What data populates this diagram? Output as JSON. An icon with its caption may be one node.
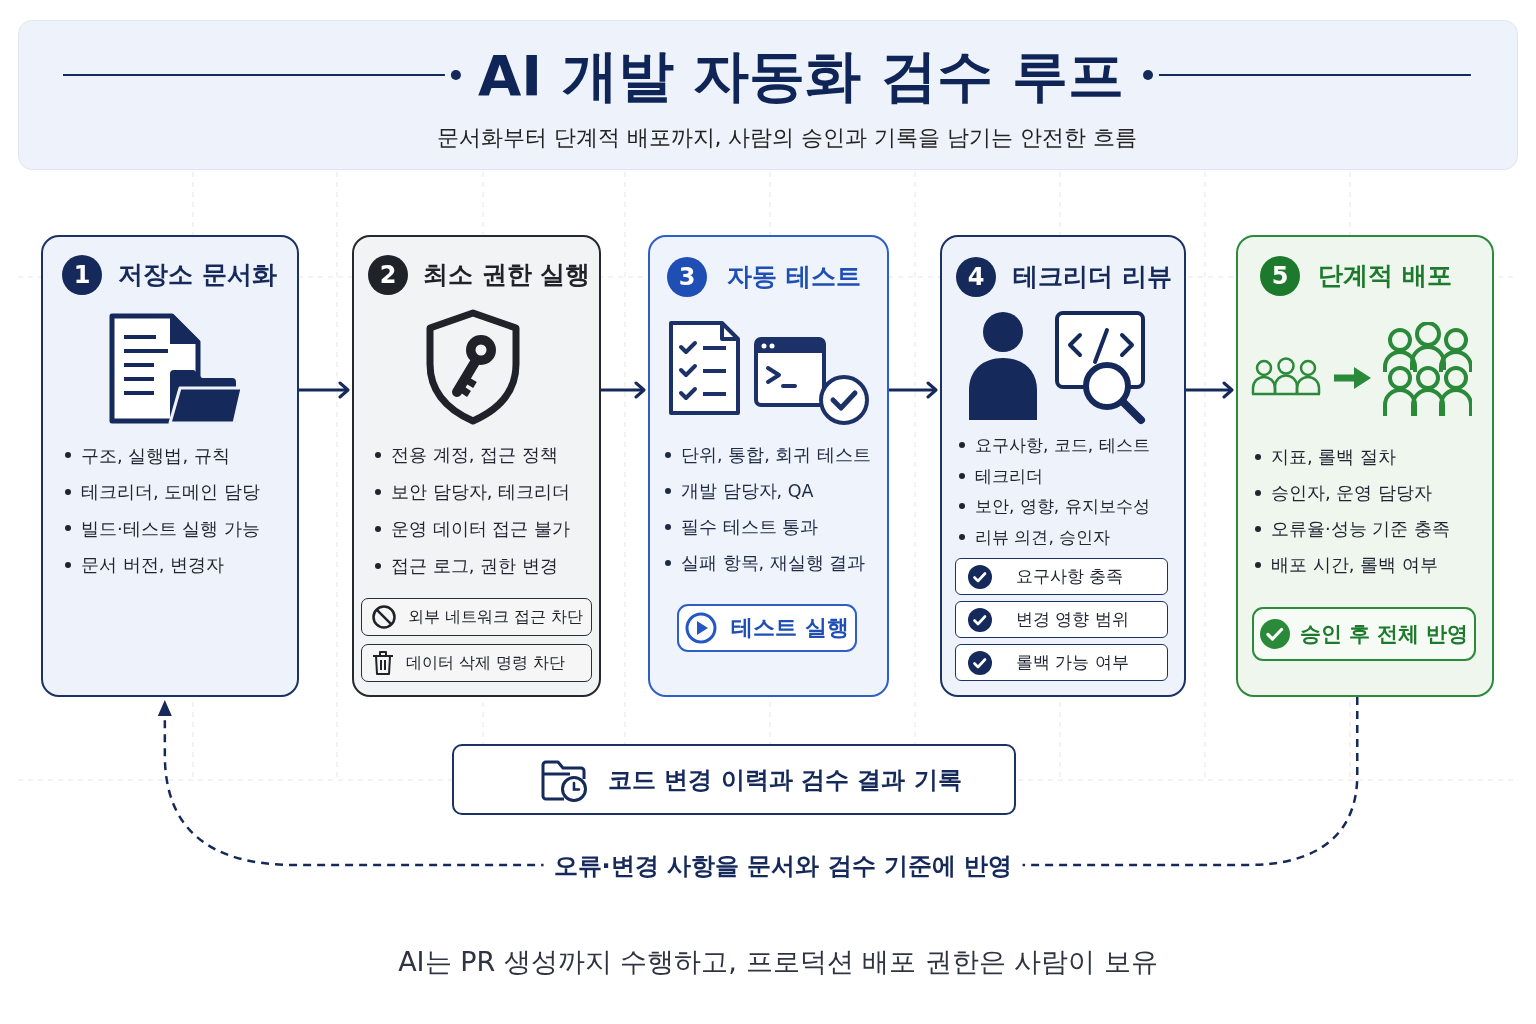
{
  "diagram": {
    "title": "AI 개발 자동화 검수 루프",
    "caption": "AI는 PR 생성까지 수행하고, 프로덕션 배포 권한은 사람이 보유",
    "nodes": [
      {
        "text": [
          "1",
          "저장소 문서화",
          "구조, 실행법, 규칙",
          "테크리더, 도메인 담당",
          "빌드·테스트 실행 가능",
          "문서 버전, 변경자"
        ]
      },
      {
        "text": [
          "2",
          "최소 권한 실행",
          "전용 계정, 접근 정책",
          "보안 담당자, 테크리더",
          "운영 데이터 접근 불가",
          "접근 로그, 권한 변경"
        ]
      },
      {
        "text": [
          "외부 네트워크 접근 차단"
        ],
        "in": 1
      },
      {
        "text": [
          "데이터 삭제 명령 차단"
        ],
        "in": 1
      },
      {
        "text": [
          "3",
          "자동 테스트",
          "단위, 통합, 회귀 테스트",
          "개발 담당자, QA",
          "필수 테스트 통과",
          "실패 항목, 재실행 결과"
        ]
      },
      {
        "text": [
          "테스트 실행"
        ],
        "in": 4
      },
      {
        "text": [
          "4",
          "테크리더 리뷰",
          "요구사항, 코드, 테스트",
          "테크리더",
          "보안, 영향, 유지보수성",
          "리뷰 의견, 승인자"
        ]
      },
      {
        "text": [
          "요구사항 충족"
        ],
        "in": 6
      },
      {
        "text": [
          "변경 영향 범위"
        ],
        "in": 6
      },
      {
        "text": [
          "롤백 가능 여부"
        ],
        "in": 6
      },
      {
        "text": [
          "5",
          "단계적 배포",
          "지표, 롤백 절차",
          "승인자, 운영 담당자",
          "오류율·성능 기준 충족",
          "배포 시간, 롤백 여부"
        ]
      },
      {
        "text": [
          "승인 후 전체 반영"
        ],
        "in": 10
      },
      {
        "text": [
          "코드 변경 이력과 검수 결과 기록"
        ]
      }
    ],
    "edges": [
      {
        "from": 0,
        "to": 1,
        "arrow": "to"
      },
      {
        "from": 1,
        "to": 4,
        "arrow": "to"
      },
      {
        "from": 4,
        "to": 6,
        "arrow": "to"
      },
      {
        "from": 6,
        "to": 10,
        "arrow": "to"
      },
      {
        "from": 10,
        "to": 0,
        "arrow": "to",
        "style": "dashed",
        "label": "오류·변경 사항을 문서와 검수 기준에 반영"
      }
    ],
    "labels": [
      "문서화부터 단계적 배포까지, 사람의 승인과 기록을 남기는 안전한 흐름"
    ]
  }
}
